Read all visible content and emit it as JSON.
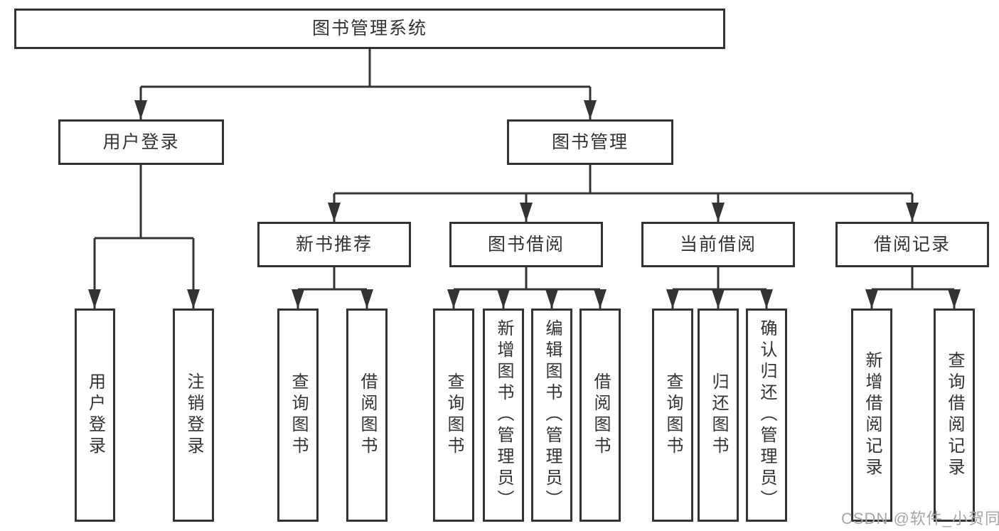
{
  "diagram_title": "图书管理系统",
  "tree": {
    "label": "图书管理系统",
    "children": [
      {
        "label": "用户登录",
        "children": [
          {
            "label": "用户登录"
          },
          {
            "label": "注销登录"
          }
        ]
      },
      {
        "label": "图书管理",
        "children": [
          {
            "label": "新书推荐",
            "children": [
              {
                "label": "查询图书"
              },
              {
                "label": "借阅图书"
              }
            ]
          },
          {
            "label": "图书借阅",
            "children": [
              {
                "label": "查询图书"
              },
              {
                "label": "新增图书（管理员）"
              },
              {
                "label": "编辑图书（管理员）"
              },
              {
                "label": "借阅图书"
              }
            ]
          },
          {
            "label": "当前借阅",
            "children": [
              {
                "label": "查询图书"
              },
              {
                "label": "归还图书"
              },
              {
                "label": "确认归还（管理员）"
              }
            ]
          },
          {
            "label": "借阅记录",
            "children": [
              {
                "label": "新增借阅记录"
              },
              {
                "label": "查询借阅记录"
              }
            ]
          }
        ]
      }
    ]
  },
  "watermark": {
    "text": "CSDN @软件_小贺同学"
  },
  "colors": {
    "line": "#333333",
    "text": "#333333",
    "box_background": "#ffffff",
    "watermark": "#a6a6a6"
  }
}
